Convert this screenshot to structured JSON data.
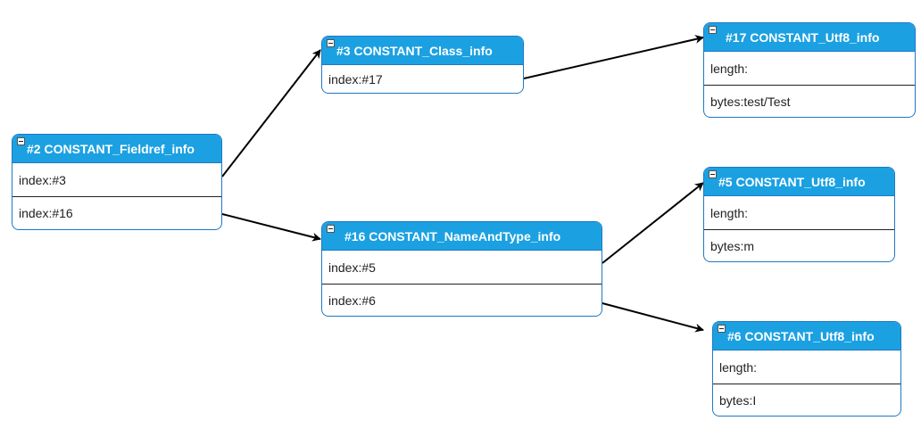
{
  "nodes": {
    "fieldref": {
      "title": "#2 CONSTANT_Fieldref_info",
      "fields": [
        "index:#3",
        "index:#16"
      ]
    },
    "class3": {
      "title": "#3  CONSTANT_Class_info",
      "fields": [
        "index:#17"
      ]
    },
    "nat16": {
      "title": "#16  CONSTANT_NameAndType_info",
      "fields": [
        "index:#5",
        "index:#6"
      ]
    },
    "utf17": {
      "title": "#17 CONSTANT_Utf8_info",
      "fields": [
        "length:",
        "bytes:test/Test"
      ]
    },
    "utf5": {
      "title": "#5 CONSTANT_Utf8_info",
      "fields": [
        "length:",
        "bytes:m"
      ]
    },
    "utf6": {
      "title": "#6 CONSTANT_Utf8_info",
      "fields": [
        "length:",
        "bytes:I"
      ]
    }
  },
  "edges": [
    {
      "from": "fieldref.index:#3",
      "to": "#3  CONSTANT_Class_info"
    },
    {
      "from": "fieldref.index:#16",
      "to": "#16  CONSTANT_NameAndType_info"
    },
    {
      "from": "class3.index:#17",
      "to": "#17 CONSTANT_Utf8_info"
    },
    {
      "from": "nat16.index:#5",
      "to": "#5 CONSTANT_Utf8_info"
    },
    {
      "from": "nat16.index:#6",
      "to": "#6 CONSTANT_Utf8_info"
    }
  ],
  "colors": {
    "header": "#1ba1e2",
    "border": "#1f78c4",
    "edge": "#000000"
  }
}
